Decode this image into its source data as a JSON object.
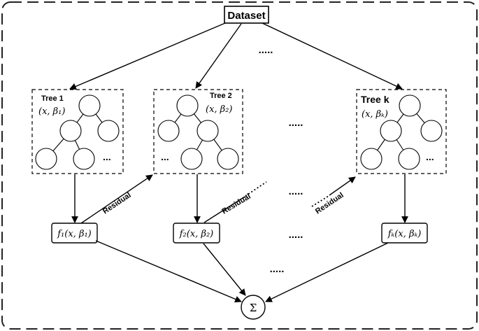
{
  "diagram": {
    "dataset_label": "Dataset",
    "trees": [
      {
        "title": "Tree 1",
        "param": "(x, β₁)",
        "more": "..."
      },
      {
        "title": "Tree 2",
        "param": "(x, β₂)",
        "more": "..."
      },
      {
        "title": "Tree k",
        "param": "(x, βₖ)",
        "more": "..."
      }
    ],
    "functions": [
      "f₁(x, β₁)",
      "f₂(x, β₂)",
      "fₖ(x, βₖ)"
    ],
    "residual_label": "Residual",
    "ellipsis": ".....",
    "sum_symbol": "Σ"
  }
}
